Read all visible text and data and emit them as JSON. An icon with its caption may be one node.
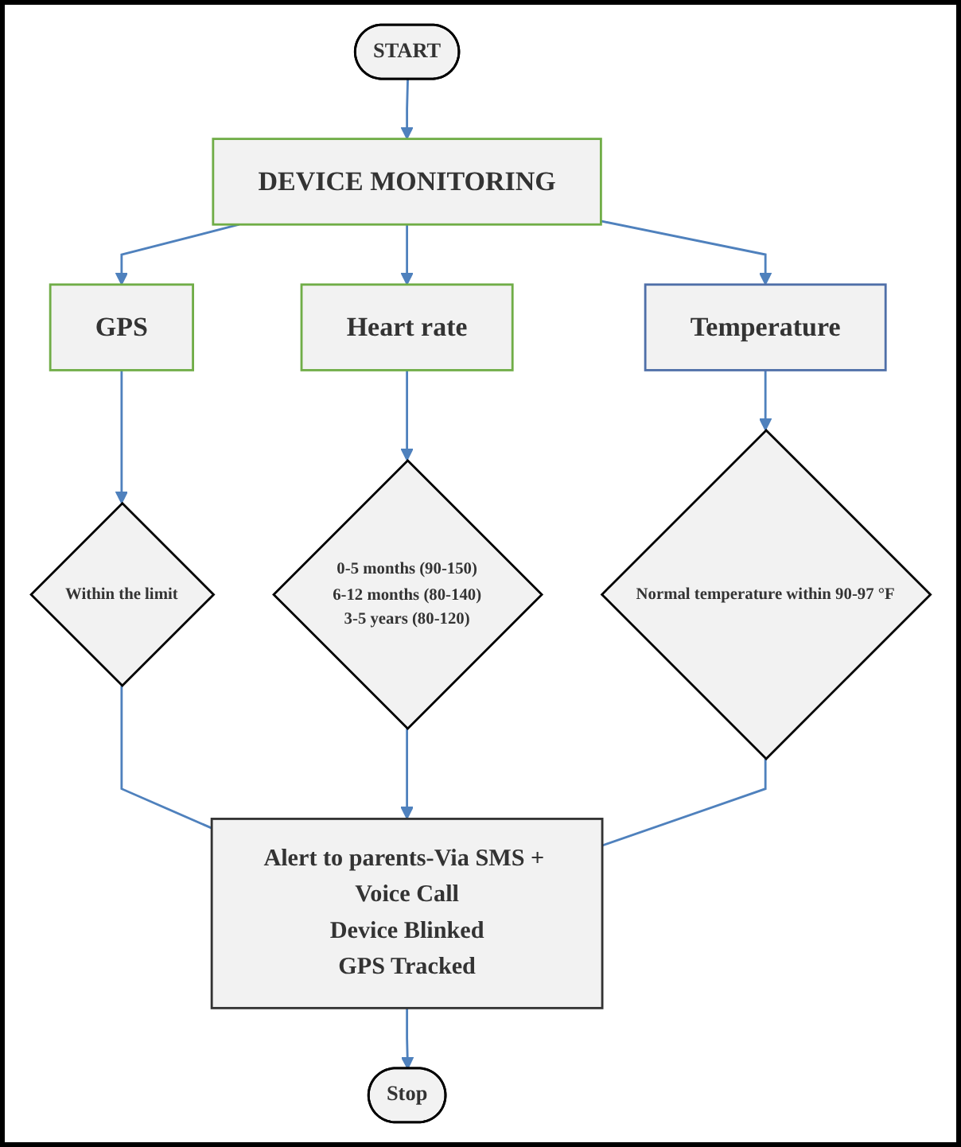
{
  "diagram": {
    "nodes": [
      {
        "text": [
          "START"
        ]
      },
      {
        "text": [
          "DEVICE MONITORING"
        ]
      },
      {
        "text": [
          "GPS"
        ]
      },
      {
        "text": [
          "Heart rate"
        ]
      },
      {
        "text": [
          "Temperature"
        ]
      },
      {
        "text": [
          "Within the limit"
        ]
      },
      {
        "text": [
          "0-5 months (90-150)",
          "6-12 months (80-140)",
          "3-5 years (80-120)"
        ]
      },
      {
        "text": [
          "Normal temperature within 90-97 °F"
        ]
      },
      {
        "text": [
          "Alert to parents-Via SMS + Voice Call",
          "Device Blinked",
          "GPS Tracked"
        ]
      },
      {
        "text": [
          "Stop"
        ]
      }
    ],
    "edges": [
      {
        "from": 0,
        "to": 1,
        "arrow": "to"
      },
      {
        "from": 1,
        "to": 2,
        "arrow": "to"
      },
      {
        "from": 1,
        "to": 3,
        "arrow": "to"
      },
      {
        "from": 1,
        "to": 4,
        "arrow": "to"
      },
      {
        "from": 2,
        "to": 5,
        "arrow": "to"
      },
      {
        "from": 3,
        "to": 6,
        "arrow": "to"
      },
      {
        "from": 4,
        "to": 7,
        "arrow": "to"
      },
      {
        "from": 5,
        "to": 8,
        "arrow": "none"
      },
      {
        "from": 6,
        "to": 8,
        "arrow": "to"
      },
      {
        "from": 7,
        "to": 8,
        "arrow": "none"
      },
      {
        "from": 8,
        "to": 9,
        "arrow": "to"
      }
    ]
  }
}
